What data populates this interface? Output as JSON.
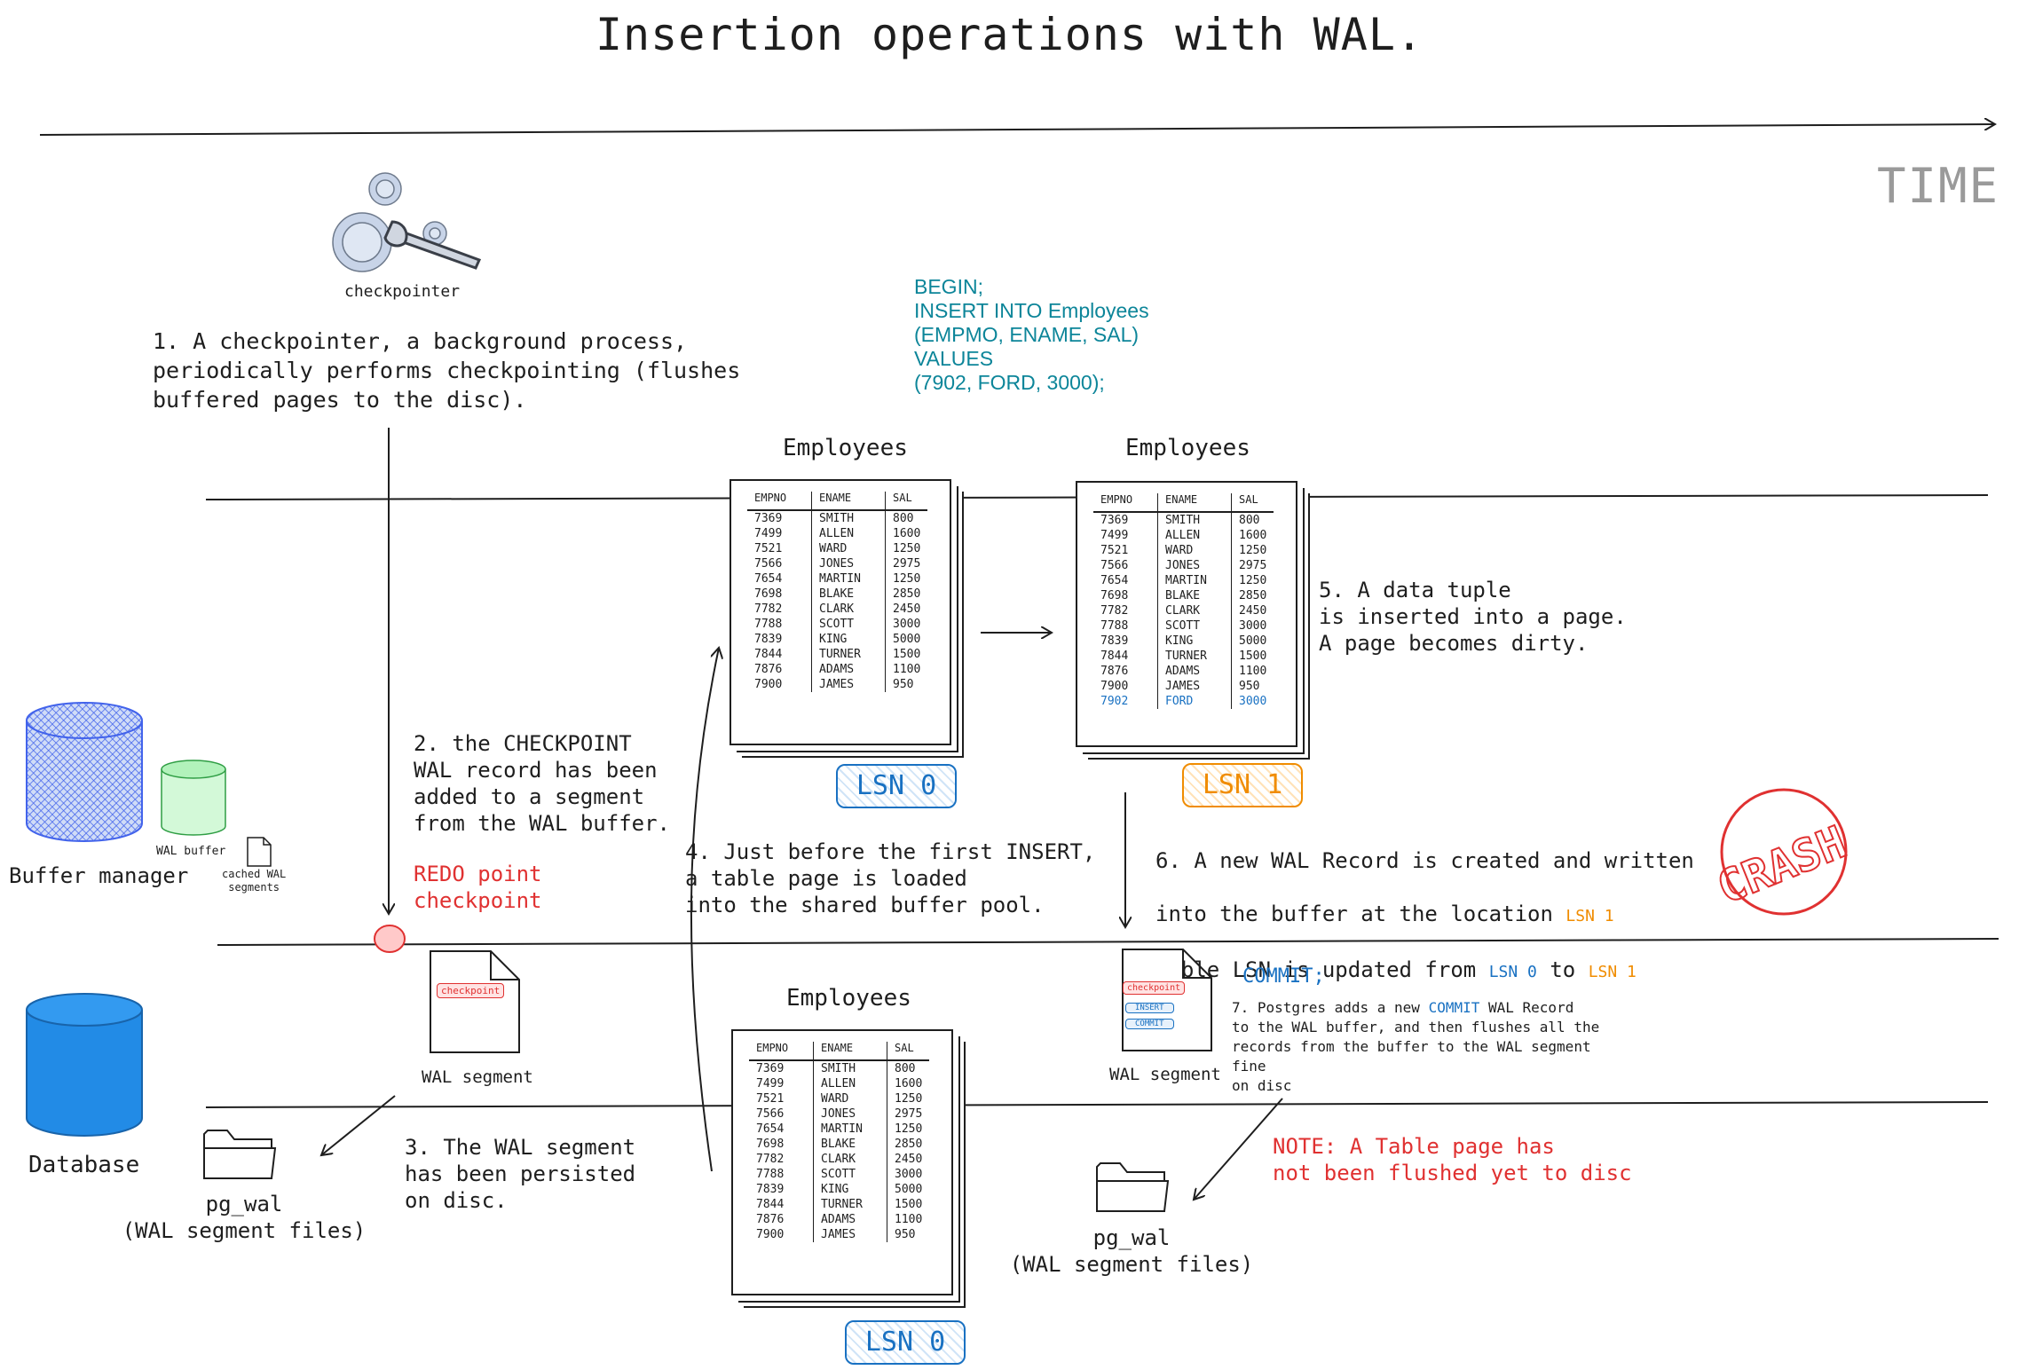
{
  "title": "Insertion operations with WAL.",
  "time_label": "TIME",
  "checkpointer": {
    "label": "checkpointer",
    "icon": "gears-wrench-icon"
  },
  "notes": {
    "n1": "1. A checkpointer, a background process,\nperiodically performs checkpointing (flushes\nbuffered pages to the disc).",
    "n2": "2. the CHECKPOINT\nWAL record has been\nadded to a segment\nfrom the WAL buffer.",
    "redo": "REDO point\ncheckpoint",
    "n3": "3. The WAL segment\nhas been persisted\non disc.",
    "n4": "4. Just before the first INSERT,\na table page is loaded\ninto the shared buffer pool.",
    "n5": "5. A data tuple\nis inserted into a page.\nA page becomes dirty.",
    "n6_line1": "6. A new WAL Record is created and written",
    "n6_line2_a": "into the buffer at the location",
    "n6_line2_b": "LSN 1",
    "n6_line3_a": "Table LSN is updated from",
    "n6_line3_b": "LSN 0",
    "n6_line3_c": "to",
    "n6_line3_d": "LSN 1",
    "commit": "COMMIT;",
    "n7_a": "7. Postgres adds a new",
    "n7_b": "COMMIT",
    "n7_c": "WAL Record\nto the WAL buffer, and then flushes all the\nrecords from the buffer to the WAL segment fine\non disc",
    "note_red": "NOTE: A Table page has\nnot been flushed yet to disc",
    "crash": "CRASH"
  },
  "sql": "BEGIN;\nINSERT INTO Employees\n(EMPMO, ENAME, SAL)\nVALUES\n(7902, FORD, 3000);",
  "left_components": {
    "buffer_manager": "Buffer manager",
    "wal_buffer": "WAL buffer",
    "cached_wal": "cached WAL\nsegments",
    "database": "Database"
  },
  "wal_segment_1": {
    "label": "WAL segment",
    "tag": "checkpoint"
  },
  "wal_segment_2": {
    "label": "WAL segment",
    "tags": [
      "checkpoint",
      "INSERT",
      "COMMIT"
    ]
  },
  "pg_wal_1": "pg_wal\n(WAL segment files)",
  "pg_wal_2": "pg_wal\n(WAL segment files)",
  "table": {
    "title": "Employees",
    "headers": [
      "EMPNO",
      "ENAME",
      "SAL"
    ],
    "rows": [
      [
        "7369",
        "SMITH",
        "800"
      ],
      [
        "7499",
        "ALLEN",
        "1600"
      ],
      [
        "7521",
        "WARD",
        "1250"
      ],
      [
        "7566",
        "JONES",
        "2975"
      ],
      [
        "7654",
        "MARTIN",
        "1250"
      ],
      [
        "7698",
        "BLAKE",
        "2850"
      ],
      [
        "7782",
        "CLARK",
        "2450"
      ],
      [
        "7788",
        "SCOTT",
        "3000"
      ],
      [
        "7839",
        "KING",
        "5000"
      ],
      [
        "7844",
        "TURNER",
        "1500"
      ],
      [
        "7876",
        "ADAMS",
        "1100"
      ],
      [
        "7900",
        "JAMES",
        "950"
      ]
    ],
    "new_row": [
      "7902",
      "FORD",
      "3000"
    ]
  },
  "lsn": {
    "a": "LSN 0",
    "b": "LSN 1",
    "c": "LSN 0"
  },
  "colors": {
    "red": "#e03131",
    "blue": "#1971c2",
    "orange": "#f08c00",
    "teal": "#0c8599",
    "db_blue": "#228be6",
    "buffer_green": "#b2f2bb"
  }
}
